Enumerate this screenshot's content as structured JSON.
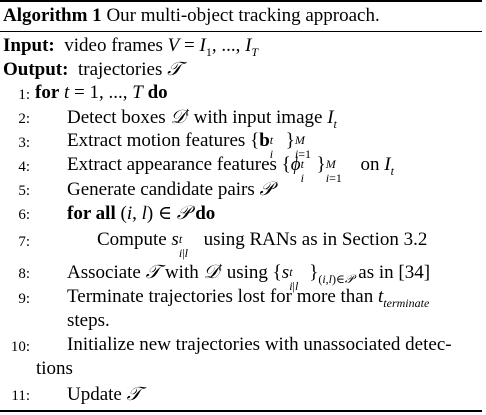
{
  "caption": {
    "label": "Algorithm 1",
    "title": "Our multi-object tracking approach."
  },
  "input": {
    "keyword": "Input:",
    "text": "video frames V = I₁, ..., Iₜ"
  },
  "output": {
    "keyword": "Output:",
    "text": "trajectories 𝒯"
  },
  "steps": [
    {
      "num": "1:",
      "kw": "for",
      "text": "t = 1, ..., T",
      "kw2": "do"
    },
    {
      "num": "2:",
      "text": "Detect boxes 𝒟ᵗ with input image Iₜ"
    },
    {
      "num": "3:",
      "text": "Extract motion features {bᵢᵗ}ᵢ₌₁ᴹ"
    },
    {
      "num": "4:",
      "text": "Extract appearance features {ϕᵢᵗ}ᵢ₌₁ᴹ on Iₜ"
    },
    {
      "num": "5:",
      "text": "Generate candidate pairs 𝒫"
    },
    {
      "num": "6:",
      "kw": "for all",
      "text": "(i, l) ∈ 𝒫",
      "kw2": "do"
    },
    {
      "num": "7:",
      "text": "Compute sᵗᵢ|ₗ using RANs as in Section 3.2"
    },
    {
      "num": "8:",
      "text": "Associate 𝒯 with 𝒟ᵗ using {sᵗᵢ|ₗ}₍ᵢ,ₗ₎∈𝒫 as in [34]"
    },
    {
      "num": "9:",
      "text": "Terminate trajectories lost for more than t",
      "cont": "steps."
    },
    {
      "num": "10:",
      "text": "Initialize new trajectories with unassociated detec-",
      "cont": "tions"
    },
    {
      "num": "11:",
      "text": "Update 𝒯"
    }
  ],
  "sub_terminate": "terminate"
}
